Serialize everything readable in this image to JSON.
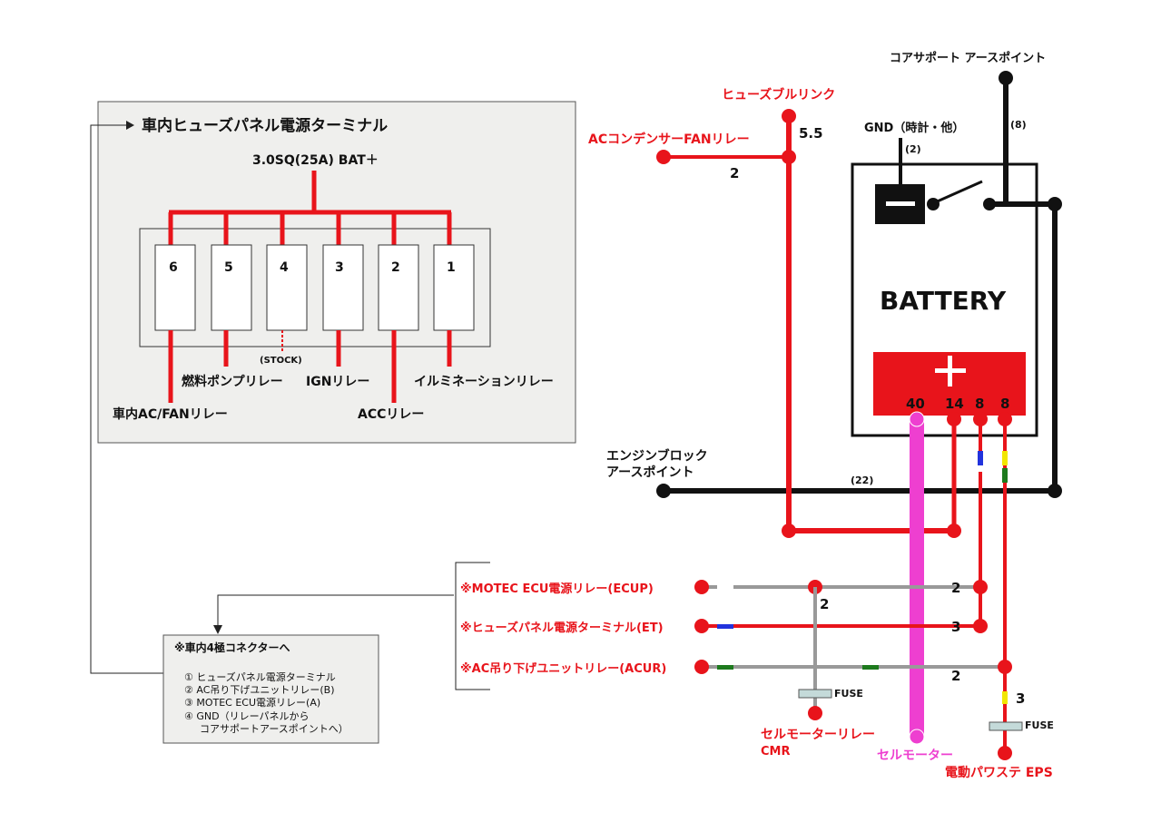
{
  "fuse_panel": {
    "title": "車内ヒューズパネル電源ターミナル",
    "feed": "3.0SQ(25A) BAT＋",
    "slots": [
      "6",
      "5",
      "4",
      "3",
      "2",
      "1"
    ],
    "stock": "(STOCK)",
    "lbl_fuel": "燃料ポンプリレー",
    "lbl_ign": "IGNリレー",
    "lbl_illum": "イルミネーションリレー",
    "lbl_acfan": "車内AC/FANリレー",
    "lbl_acc": "ACCリレー"
  },
  "connector": {
    "title": "※車内4極コネクターへ",
    "items": [
      "① ヒューズパネル電源ターミナル",
      "② AC吊り下げユニットリレー(B)",
      "③ MOTEC ECU電源リレー(A)",
      "④ GND（リレーパネルから",
      "コアサポートアースポイントへ）"
    ]
  },
  "battery": {
    "label": "BATTERY",
    "minus": "−",
    "plus": "＋",
    "terminals": [
      "40",
      "14",
      "8",
      "8"
    ]
  },
  "labels": {
    "fusible_link": "ヒューズブルリンク",
    "fusible_gauge": "5.5",
    "ac_condenser": "ACコンデンサーFANリレー",
    "ac_condenser_gauge": "2",
    "gnd": "GND（時計・他）",
    "gnd_gauge": "(2)",
    "core_support": "コアサポート アースポイント",
    "core_gauge": "(8)",
    "engine_block_1": "エンジンブロック",
    "engine_block_2": "アースポイント",
    "engine_gauge": "(22)",
    "motec": "※MOTEC ECU電源リレー(ECUP)",
    "fuse_et": "※ヒューズパネル電源ターミナル(ET)",
    "acur": "※AC吊り下げユニットリレー(ACUR)",
    "g_motec": "2",
    "g_et": "3",
    "g_acur": "2",
    "g_cmr": "2",
    "g_eps": "3",
    "fuse1": "FUSE",
    "fuse2": "FUSE",
    "cmr_1": "セルモーターリレー",
    "cmr_2": "CMR",
    "starter": "セルモーター",
    "eps": "電動パワステ EPS"
  }
}
